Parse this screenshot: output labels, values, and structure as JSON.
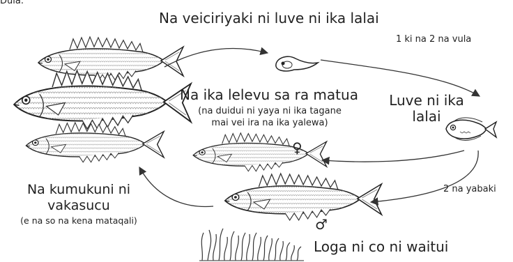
{
  "header_fragment": "Dula.",
  "labels": {
    "egg_stage": "Na veiciriyaki ni luve ni ika lalai",
    "duration_1": "1 ki na 2 na vula",
    "larva_line1": "Luve ni ika",
    "larva_line2": "lalai",
    "adult_title": "Na ika lelevu sa ra matua",
    "adult_note_line1": "(na duidui ni yaya ni ika tagane",
    "adult_note_line2": "mai vei ira na ika yalewa)",
    "spawning_line1": "Na kumukuni ni",
    "spawning_line2": "vakasucu",
    "spawning_note": "(e na so na kena mataqali)",
    "duration_2": "2 na yabaki",
    "seagrass": "Loga ni co ni waitui",
    "female_symbol": "♀",
    "male_symbol": "♂"
  },
  "colors": {
    "ink": "#222222",
    "background": "#ffffff"
  }
}
